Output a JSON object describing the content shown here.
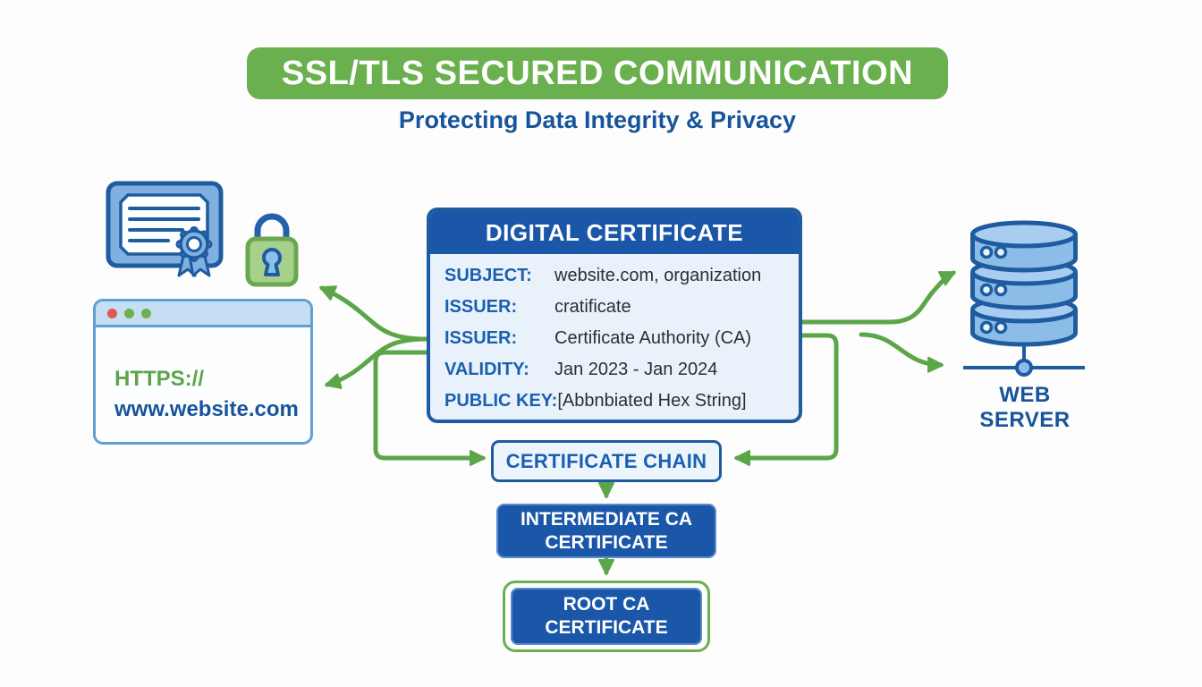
{
  "colors": {
    "banner_green": "#6bb04f",
    "arrow_green": "#5ba648",
    "deep_blue": "#1a57a8",
    "border_blue": "#1f5c9f",
    "label_blue": "#1a60b0",
    "text_blue": "#17549b",
    "light_blue_fill": "#e9f2fb",
    "value_text": "#2e2e2e",
    "icon_blue_fill": "#7fb0e0",
    "server_blue_fill": "#8cbde8",
    "browser_border": "#5f9fd4",
    "titlebar_blue": "#c6def3",
    "dot_red": "#e2574e",
    "dot_green": "#6cb14e",
    "lock_green_fill": "#a7d08c",
    "lock_green_border": "#69a84f",
    "lock_shackle_blue": "#2560ab",
    "keyhole_blue": "#8cc0ea"
  },
  "banner": {
    "title": "SSL/TLS SECURED COMMUNICATION"
  },
  "subtitle": "Protecting Data Integrity & Privacy",
  "browser": {
    "protocol": "HTTPS://",
    "url": "www.website.com"
  },
  "certificate": {
    "title": "DIGITAL CERTIFICATE",
    "rows": [
      {
        "label": "SUBJECT:",
        "value": "website.com, organization"
      },
      {
        "label": "ISSUER:",
        "value": "cratificate"
      },
      {
        "label": "ISSUER:",
        "value": "Certificate Authority (CA)"
      },
      {
        "label": "VALIDITY:",
        "value": "Jan 2023 - Jan 2024"
      },
      {
        "label": "PUBLIC KEY:",
        "value": "[Abbnbiated Hex String]"
      }
    ]
  },
  "web_server": {
    "label": "WEB SERVER"
  },
  "chain": {
    "chain_box": "CERTIFICATE CHAIN",
    "intermediate_line1": "INTERMEDIATE CA",
    "intermediate_line2": "CERTIFICATE",
    "root_line1": "ROOT CA",
    "root_line2": "CERTIFICATE"
  },
  "icons": {
    "certificate": "certificate-icon",
    "lock": "padlock-icon",
    "browser_dots": "window-control-dots",
    "server": "database-server-icon",
    "arrows": "green-connector-arrows"
  }
}
